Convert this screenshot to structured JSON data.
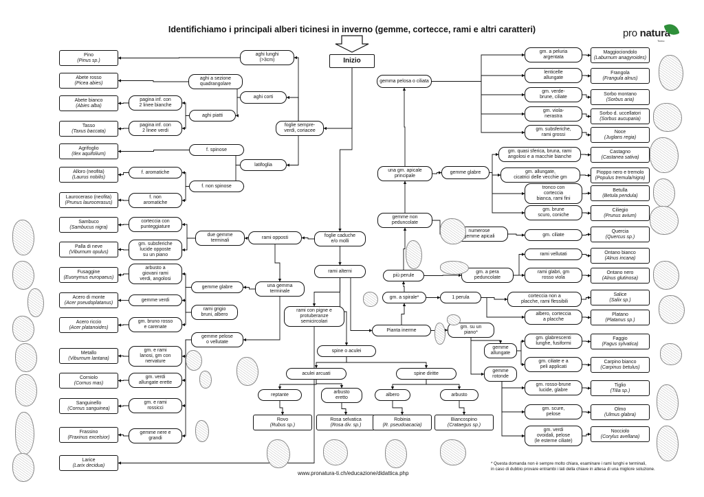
{
  "title": "Identifichiamo i principali alberi ticinesi in inverno (gemme, cortecce, rami e altri caratteri)",
  "logo": {
    "text_a": "pro ",
    "text_b": "natura",
    "sub": "Ticino",
    "color": "#2f8f3a"
  },
  "footer_url": "www.pronatura-ti.ch/educazione/didattica.php",
  "footnote": [
    "* Questa domanda non è sempre molto chiara, esaminare i rami lunghi e terminali,",
    "in caso di dubbio provare entrambi i lati della chiave in attesa di una migliore soluzione."
  ],
  "start_label": "Inizio",
  "key": {
    "aghi_lunghi": [
      "aghi lunghi",
      "(>3cm)"
    ],
    "aghi_sezione": [
      "aghi a sezione",
      "quadrangolare"
    ],
    "aghi_corti": [
      "aghi corti"
    ],
    "aghi_piatti": [
      "aghi piatti"
    ],
    "pag_bianche": [
      "pagina inf. con",
      "2 linee bianche"
    ],
    "pag_verdi": [
      "pagina inf. con",
      "2 linee verdi"
    ],
    "sempreverdi": [
      "foglie sempre-",
      "verdi, coriacee"
    ],
    "f_spinose": [
      "f. spinose"
    ],
    "latifoglia": [
      "latifoglia"
    ],
    "f_aromatiche": [
      "f. aromatiche"
    ],
    "f_non_spinose": [
      "f. non spinose"
    ],
    "f_non_aromatiche": [
      "f. non",
      "aromatiche"
    ],
    "corteccia_punt": [
      "corteccia con",
      "punteggiature"
    ],
    "due_gemme": [
      "due gemme",
      "terminali"
    ],
    "rami_opposti": [
      "rami opposti"
    ],
    "foglie_caduche": [
      "foglie caduche",
      "e/o molli"
    ],
    "gm_subsferiche_opp": [
      "gm. subsferiche",
      "lucide opposte",
      "su un piano"
    ],
    "arbusto_giovani": [
      "arbusto a",
      "giovani rami",
      "verdi, angolosi"
    ],
    "gemme_glabre_left": [
      "gemme glabre"
    ],
    "una_gemma": [
      "una gemma",
      "terminale"
    ],
    "gemme_verdi": [
      "gemme verdi"
    ],
    "rami_grigio": [
      "rami grigio",
      "bruni, albero"
    ],
    "gm_bruno_rosso": [
      "gm. bruno rosso",
      "e carenate"
    ],
    "gemme_pelose": [
      "gemme pelose",
      "o vellutate"
    ],
    "gm_rami_lanosi": [
      "gm. e rami",
      "lanosi, gm con",
      "nervature"
    ],
    "gm_verdi_allungate": [
      "gm. verdi",
      "allungate erette"
    ],
    "gm_rami_rossicci": [
      "gm. e rami",
      "rossicci"
    ],
    "gemme_nere": [
      "gemme nere e",
      "grandi"
    ],
    "rami_alterni": [
      "rami alterni"
    ],
    "rami_pigne": [
      "rami con pigne e",
      "protuberanze",
      "semicircolari"
    ],
    "pianta_inerme": [
      "Pianta inerme"
    ],
    "spine_aculei": [
      "spine o aculei"
    ],
    "aculei_arcuati": [
      "aculei arcuati"
    ],
    "spine_diritte": [
      "spine diritte"
    ],
    "reptante": [
      "reptante"
    ],
    "arbusto_eretto": [
      "arbusto",
      "eretto"
    ],
    "albero_bottom": [
      "albero"
    ],
    "arbusto_bottom": [
      "arbusto"
    ],
    "gemma_pelosa": [
      "gemma pelosa o ciliata"
    ],
    "una_gm_apicale": [
      "una gm. apicale",
      "principale"
    ],
    "gemme_glabre_right": [
      "gemme glabre"
    ],
    "gemme_non_peduncolate": [
      "gemme non",
      "peduncolate"
    ],
    "numerose_gemme": [
      "numerose",
      "gemme apicali"
    ],
    "piu_perule": [
      "più perule"
    ],
    "gm_pera": [
      "gm. a pera",
      "peduncolate"
    ],
    "gm_spirale": [
      "gm. a spirale*"
    ],
    "una_perula": [
      "1 perula"
    ],
    "gm_un_piano": [
      "gm. su un",
      "piano*"
    ],
    "gemme_allungate": [
      "gemme",
      "allungate"
    ],
    "gemme_rotonde": [
      "gemme",
      "rotonde"
    ],
    "gm_peluria": [
      "gm. a peluria",
      "argentata"
    ],
    "lenticelle": [
      "lenticelle",
      "allungate"
    ],
    "gm_verde_brune": [
      "gm. verde-",
      "brune, ciliate"
    ],
    "gm_viola": [
      "gm. viola-",
      "nerastra"
    ],
    "gm_subsferiche_rami": [
      "gm. subsferiche,",
      "rami grossi"
    ],
    "gm_quasi_sferica": [
      "gm. quasi sferica, bruna, rami",
      "angolosi e a macchie bianche"
    ],
    "gm_allungate_cic": [
      "gm. allungate,",
      "cicatrici delle vecchie gm"
    ],
    "tronco_corteccia": [
      "tronco con",
      "corteccia",
      "bianca, rami fini"
    ],
    "gm_brune_scuro": [
      "gm. brune",
      "scuro, coniche"
    ],
    "gm_ciliate": [
      "gm. ciliate"
    ],
    "rami_vellutati": [
      "rami vellutati"
    ],
    "rami_glabri": [
      "rami glabri, gm",
      "rosso viola"
    ],
    "corteccia_placche": [
      "corteccia non a",
      "placche, rami flessibili"
    ],
    "albero_placche": [
      "albero, corteccia",
      "a placche"
    ],
    "gm_glabrescenti": [
      "gm. glabrescenti",
      "lunghe, fusiformi"
    ],
    "gm_ciliate_peli": [
      "gm. ciliate e a",
      "peli applicati"
    ],
    "gm_rosso_brune": [
      "gm. rosso-brune",
      "lucide, glabre"
    ],
    "gm_scure": [
      "gm. scure,",
      "pelose"
    ],
    "gm_verdi_ovoidali": [
      "gm. verdi",
      "ovoidali, pelose",
      "(le esterne ciliate)"
    ]
  },
  "species": {
    "pino": [
      "Pino",
      "Pinus sp."
    ],
    "abete_rosso": [
      "Abete rosso",
      "Picea abies"
    ],
    "abete_bianco": [
      "Abete bianco",
      "Abies alba"
    ],
    "tasso": [
      "Tasso",
      "Taxus baccata"
    ],
    "agrifoglio": [
      "Agrifoglio",
      "Ilex aquifolium"
    ],
    "alloro": [
      "Alloro (neofita)",
      "Laurus nobilis"
    ],
    "lauroceraso": [
      "Lauroceraso (neofita)",
      "Prunus laurocerasus"
    ],
    "sambuco": [
      "Sambuco",
      "Sambucus nigra"
    ],
    "palla_neve": [
      "Palla di neve",
      "Viburnum opulus"
    ],
    "fusaggine": [
      "Fusaggine",
      "Euonymus europaeus"
    ],
    "acero_monte": [
      "Acero di monte",
      "Acer pseudoplatanus"
    ],
    "acero_riccio": [
      "Acero riccio",
      "Acer platanoides"
    ],
    "metallo": [
      "Metallo",
      "Viburnum lantana"
    ],
    "corniolo": [
      "Corniolo",
      "Cornus mas"
    ],
    "sanguinello": [
      "Sanguinello",
      "Cornus sanguinea"
    ],
    "frassino": [
      "Frassino",
      "Fraxinus excelsior"
    ],
    "larice": [
      "Larice",
      "Larix decidua"
    ],
    "rovo": [
      "Rovo",
      "Rubus sp."
    ],
    "rosa": [
      "Rosa selvatica",
      "Rosa div. sp."
    ],
    "robinia": [
      "Robinia",
      "R. pseudoacacia"
    ],
    "biancospino": [
      "Biancospino",
      "Crataegus sp."
    ],
    "maggiociondolo": [
      "Maggiociondolo",
      "Laburnum anagyroides"
    ],
    "frangola": [
      "Frangola",
      "Frangula alnus"
    ],
    "sorbo_montano": [
      "Sorbo montano",
      "Sorbus aria"
    ],
    "sorbo_uccellatori": [
      "Sorbo d. uccellatori",
      "Sorbus aucuparia"
    ],
    "noce": [
      "Noce",
      "Juglans regia"
    ],
    "castagno": [
      "Castagno",
      "Castanea sativa"
    ],
    "pioppo": [
      "Pioppo nero e tremolo",
      "Populus tremula/nigra"
    ],
    "betulla": [
      "Betulla",
      "Betula pendula"
    ],
    "ciliegio": [
      "Ciliegio",
      "Prunus avium"
    ],
    "quercia": [
      "Quercia",
      "Quercus sp."
    ],
    "ontano_bianco": [
      "Ontano bianco",
      "Alnus incana"
    ],
    "ontano_nero": [
      "Ontano nero",
      "Alnus glutinosa"
    ],
    "salice": [
      "Salice",
      "Salix sp."
    ],
    "platano": [
      "Platano",
      "Platanus sp."
    ],
    "faggio": [
      "Faggio",
      "Fagus sylvatica"
    ],
    "carpino": [
      "Carpino bianco",
      "Carpinus betulus"
    ],
    "tiglio": [
      "Tiglio",
      "Tilia sp."
    ],
    "olmo": [
      "Olmo",
      "Ulmus glabra"
    ],
    "nocciolo": [
      "Nocciolo",
      "Corylus avellana"
    ]
  }
}
